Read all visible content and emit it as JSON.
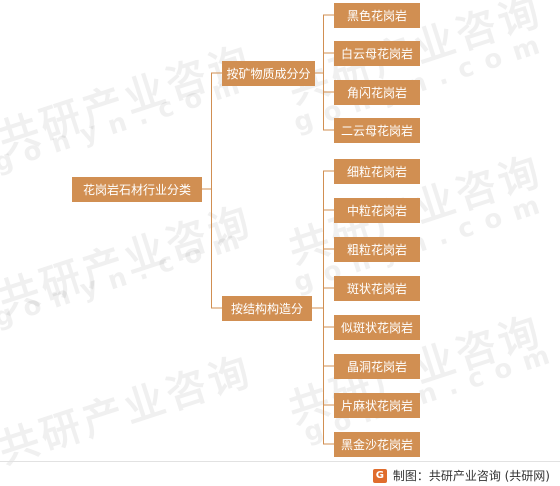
{
  "watermark": {
    "cn": "共研产业咨询",
    "en": "gonyn.com"
  },
  "root": {
    "label": "花岗岩石材行业分类"
  },
  "branches": [
    {
      "label": "按矿物质成分分",
      "leaves": [
        "黑色花岗岩",
        "白云母花岗岩",
        "角闪花岗岩",
        "二云母花岗岩"
      ]
    },
    {
      "label": "按结构构造分",
      "leaves": [
        "细粒花岗岩",
        "中粒花岗岩",
        "粗粒花岗岩",
        "斑状花岗岩",
        "似斑状花岗岩",
        "晶洞花岗岩",
        "片麻状花岗岩",
        "黑金沙花岗岩"
      ]
    }
  ],
  "footer": {
    "icon": "gonyn-logo-icon",
    "text": "制图：共研产业咨询 (共研网)"
  },
  "colors": {
    "node": "#d18f52",
    "line": "#d18f52"
  }
}
